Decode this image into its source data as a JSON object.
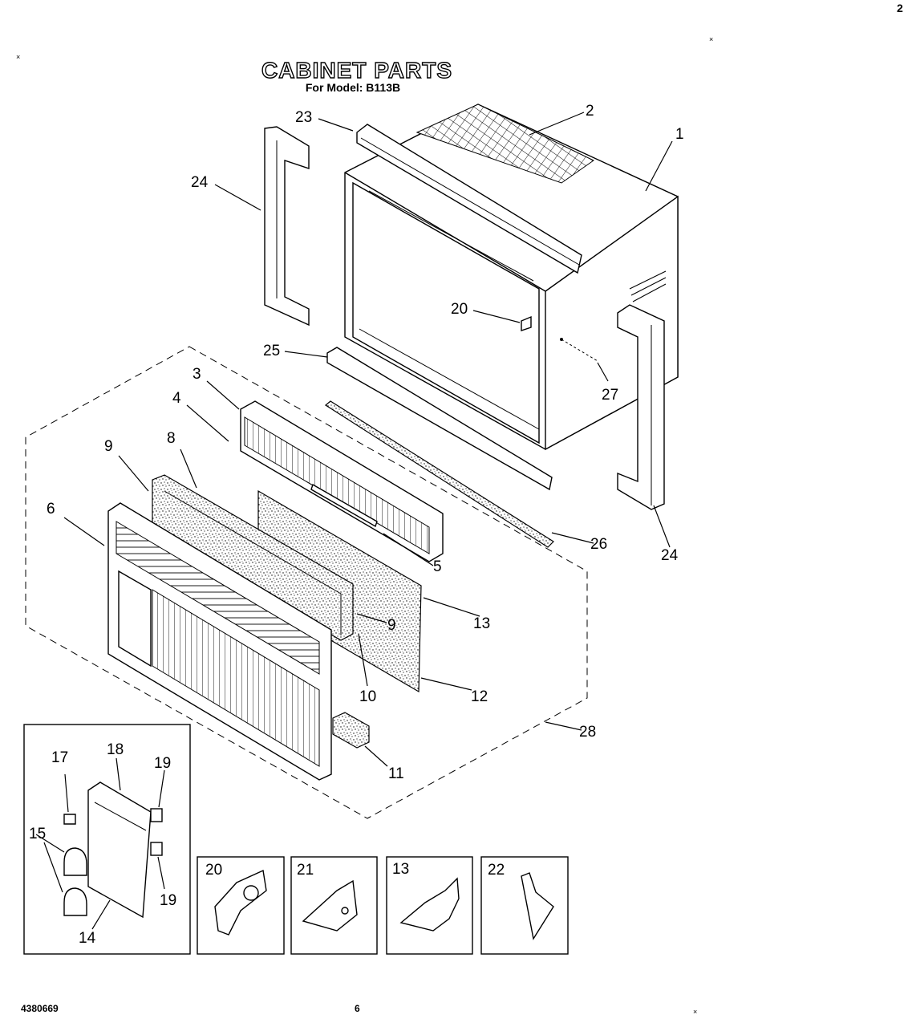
{
  "header": {
    "title": "CABINET PARTS",
    "subtitle": "For Model: B113B",
    "corner_mark": "2"
  },
  "footer": {
    "doc_number": "4380669",
    "page_number": "6"
  },
  "callouts": [
    "1",
    "2",
    "3",
    "4",
    "5",
    "6",
    "8",
    "9",
    "9",
    "10",
    "11",
    "12",
    "13",
    "23",
    "24",
    "24",
    "25",
    "20",
    "26",
    "27",
    "28"
  ],
  "inset_controls": {
    "labels": [
      "17",
      "18",
      "19",
      "15",
      "19",
      "14"
    ]
  },
  "detail_boxes": [
    {
      "label": "20"
    },
    {
      "label": "21"
    },
    {
      "label": "13"
    },
    {
      "label": "22"
    }
  ]
}
